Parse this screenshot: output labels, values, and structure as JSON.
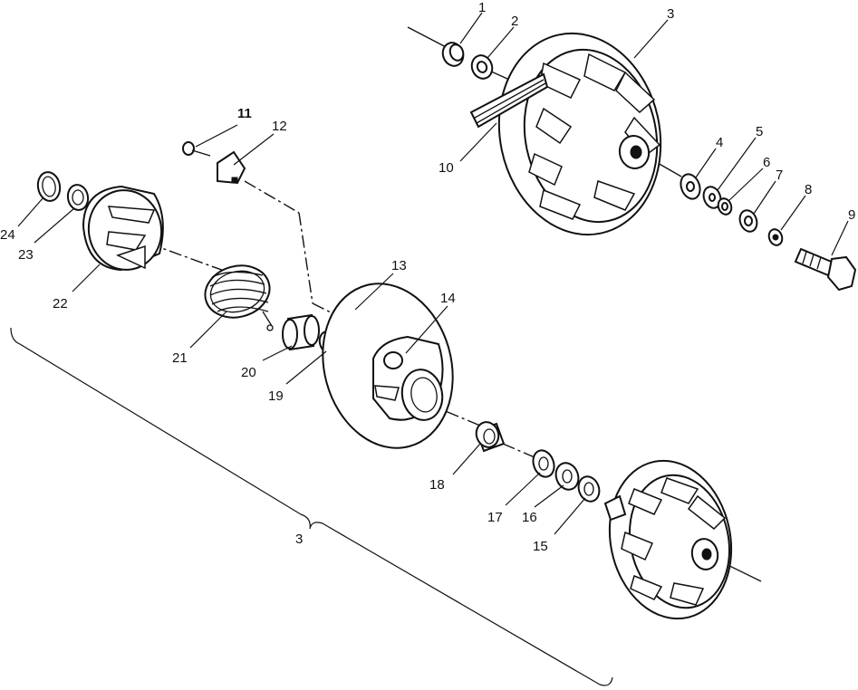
{
  "diagram": {
    "callouts": {
      "c1": "1",
      "c2": "2",
      "c3": "3",
      "c4": "4",
      "c5": "5",
      "c6": "6",
      "c7": "7",
      "c8": "8",
      "c9": "9",
      "c10": "10",
      "c11": "11",
      "c12": "12",
      "c13": "13",
      "c14": "14",
      "c15": "15",
      "c16": "16",
      "c17": "17",
      "c18": "18",
      "c19": "19",
      "c20": "20",
      "c21": "21",
      "c22": "22",
      "c23": "23",
      "c24": "24"
    },
    "assembly_label": "3"
  }
}
